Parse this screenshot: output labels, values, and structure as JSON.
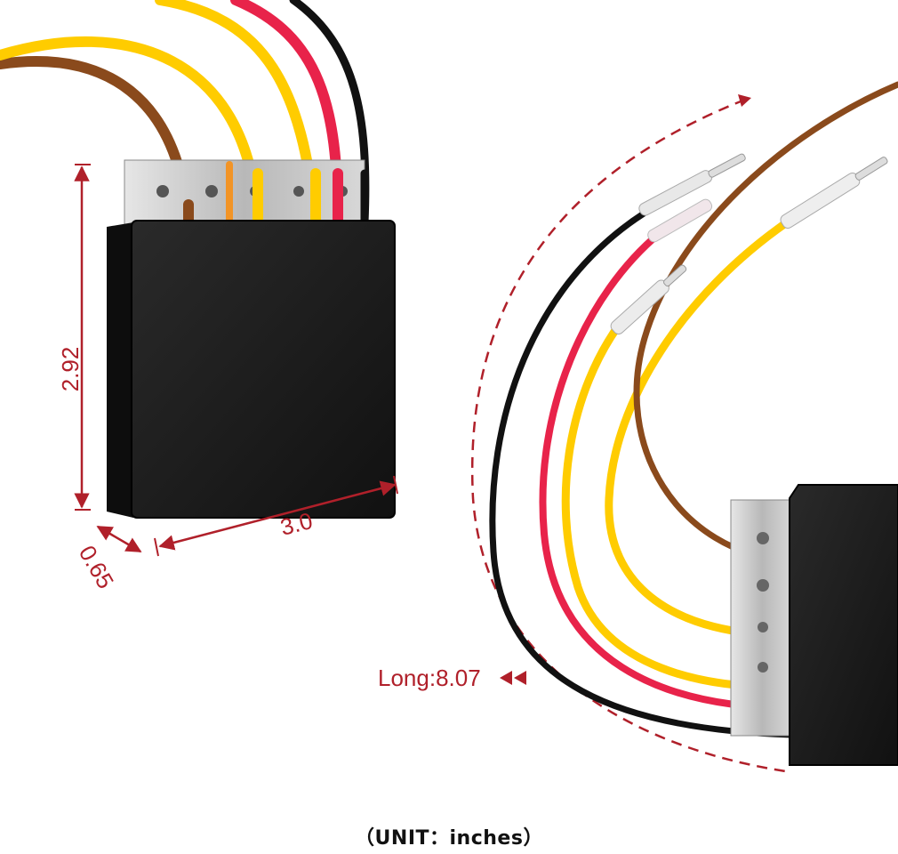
{
  "dimensions": {
    "height": "2.92",
    "width": "3.0",
    "depth": "0.65",
    "length": "Long:8.07"
  },
  "caption": "（UNIT：inches）",
  "colors": {
    "dimension": "#b0202a",
    "wire_black": "#111111",
    "wire_red": "#e8234a",
    "wire_yellow": "#ffcc00",
    "wire_brown": "#8a4a1c",
    "body": "#1a1a1a",
    "plate": "#c9c9c9"
  }
}
